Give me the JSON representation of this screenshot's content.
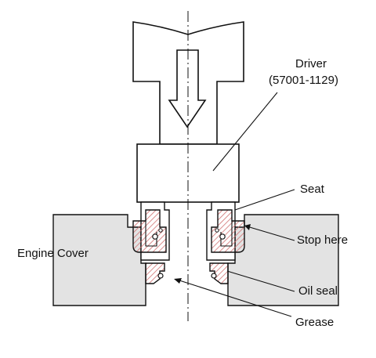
{
  "labels": {
    "driver": "Driver",
    "driver_part": "(57001-1129)",
    "seat": "Seat",
    "stop_here": "Stop here",
    "engine_cover": "Engine Cover",
    "oil_seal": "Oil seal",
    "grease": "Grease"
  },
  "colors": {
    "housing_fill": "#e3e3e3",
    "line": "#111111",
    "hatch": "#d07070",
    "background": "#ffffff"
  }
}
